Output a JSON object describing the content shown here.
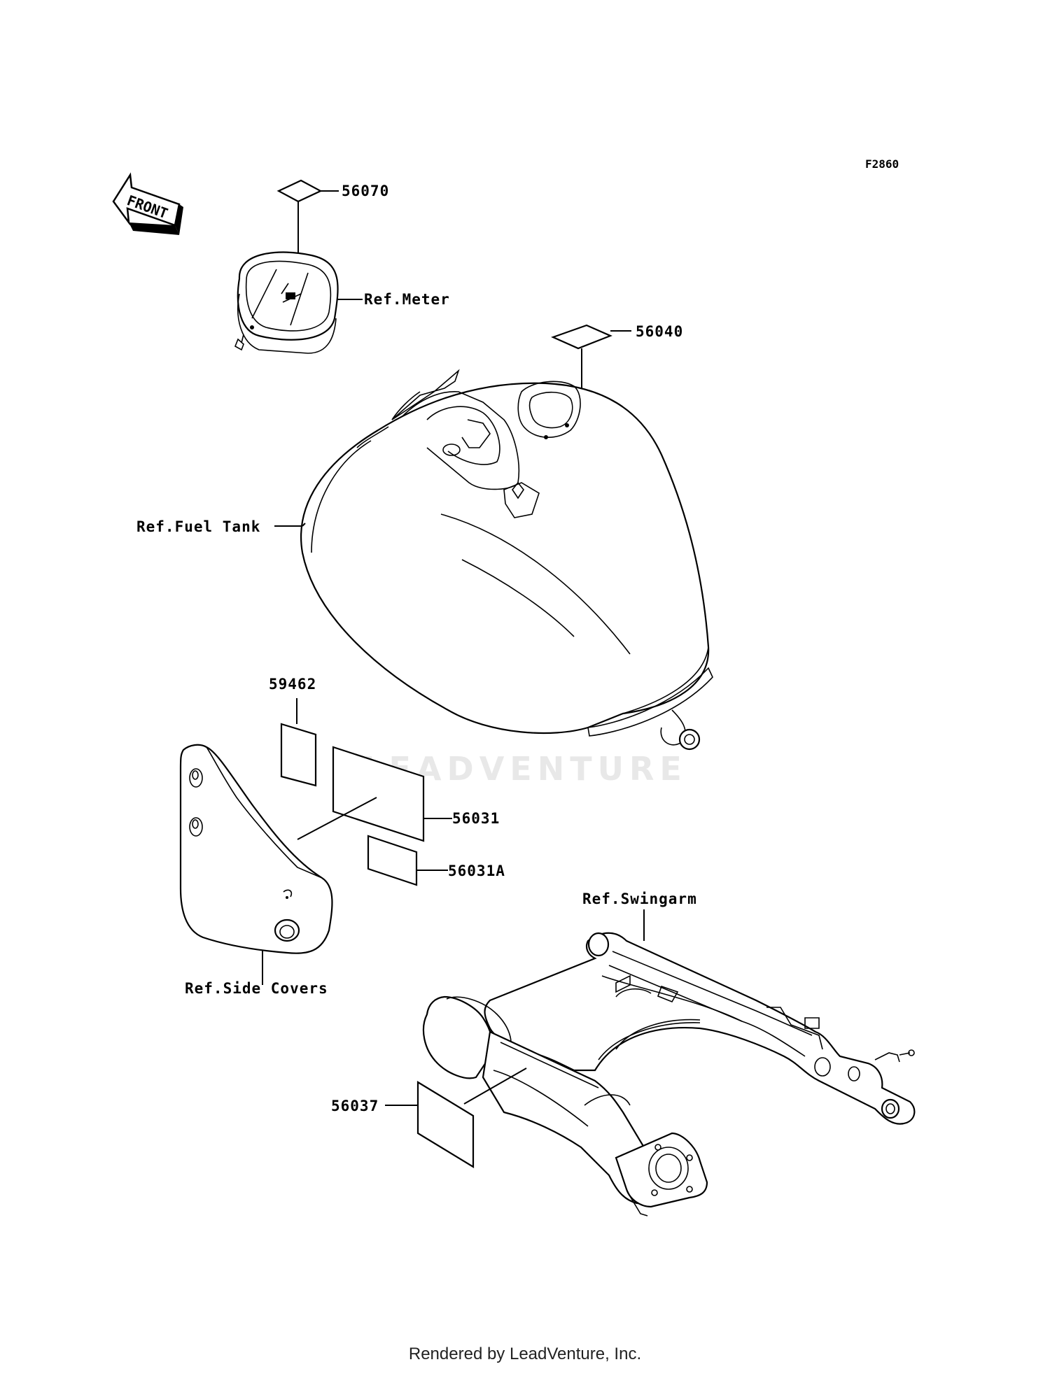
{
  "diagram": {
    "code": "F2860",
    "front_label": "FRONT",
    "watermark": "LEADVENTURE",
    "callouts": [
      {
        "id": "56070",
        "text": "56070"
      },
      {
        "id": "ref-meter",
        "text": "Ref.Meter"
      },
      {
        "id": "56040",
        "text": "56040"
      },
      {
        "id": "ref-fuel-tank",
        "text": "Ref.Fuel Tank"
      },
      {
        "id": "59462",
        "text": "59462"
      },
      {
        "id": "56031",
        "text": "56031"
      },
      {
        "id": "56031a",
        "text": "56031A"
      },
      {
        "id": "ref-swingarm",
        "text": "Ref.Swingarm"
      },
      {
        "id": "ref-side-covers",
        "text": "Ref.Side Covers"
      },
      {
        "id": "56037",
        "text": "56037"
      }
    ]
  },
  "footer": {
    "text": "Rendered by LeadVenture, Inc."
  }
}
